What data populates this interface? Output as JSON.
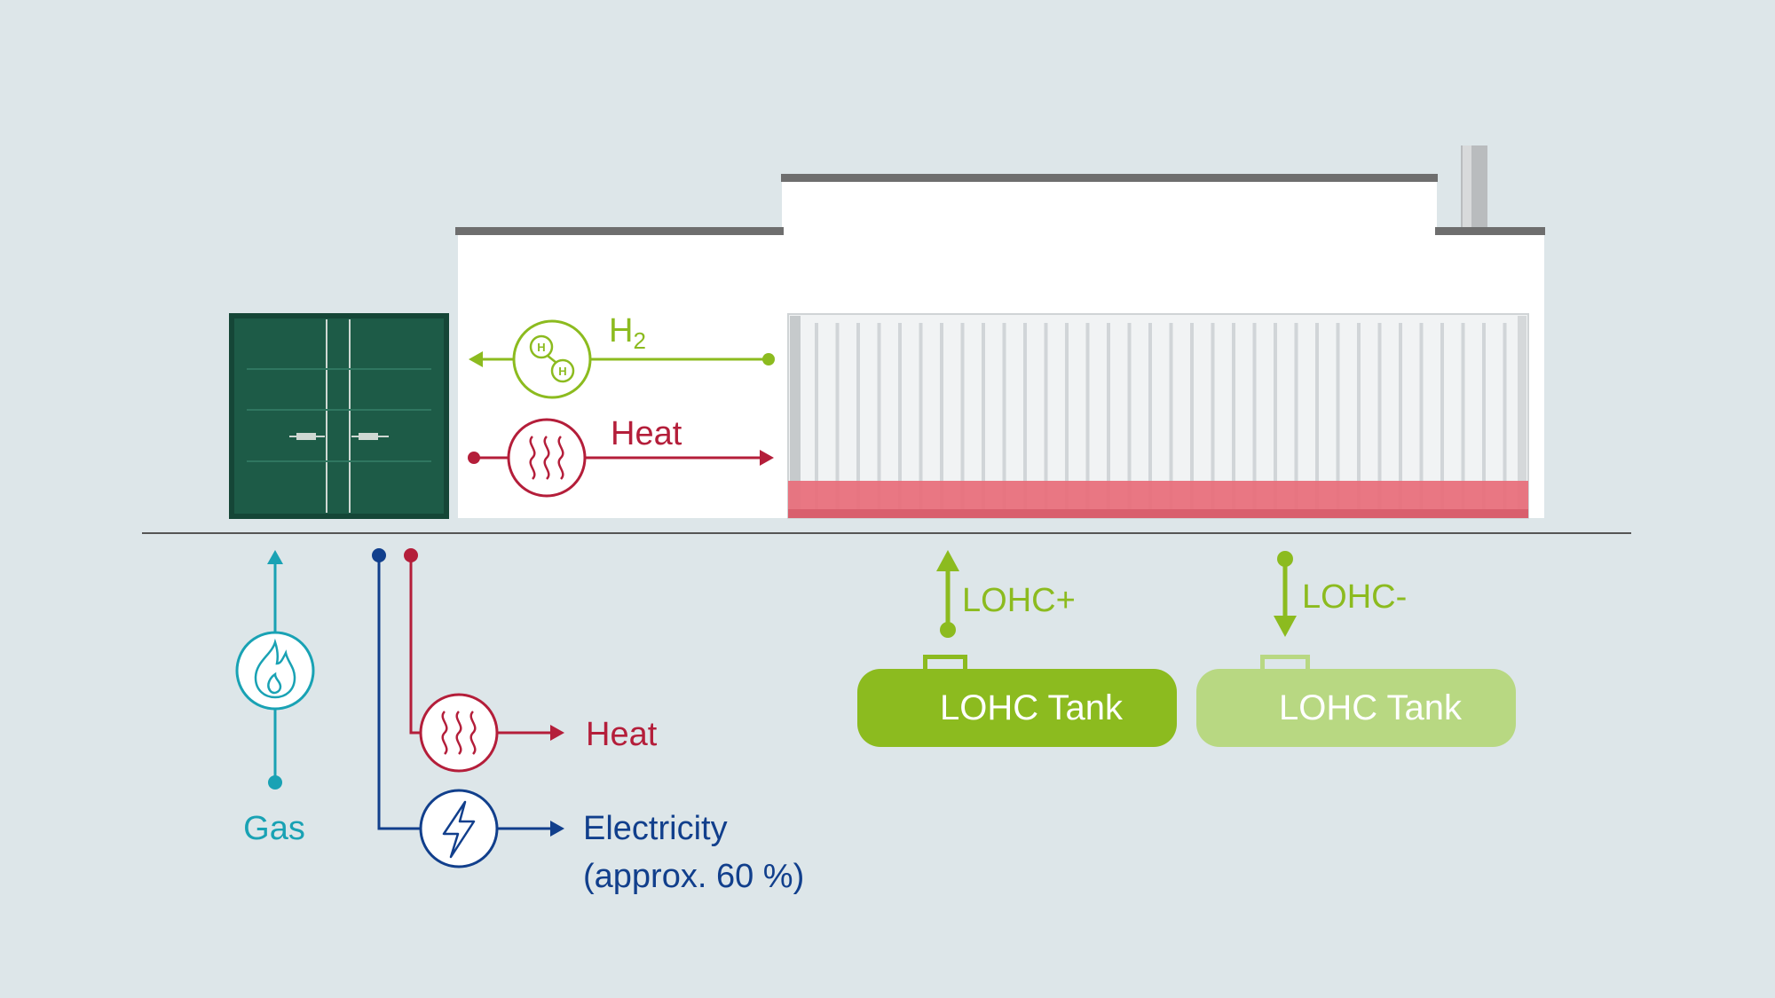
{
  "colors": {
    "background": "#dde6e9",
    "green": "#8cbb1f",
    "green_light": "#b8d882",
    "red": "#b41e3a",
    "red_band": "#e8707c",
    "blue": "#113f8c",
    "teal": "#19a2b4",
    "container_dark": "#1d5b47",
    "building": "#ffffff",
    "roof": "#6e6e6e",
    "ground_line": "#555555"
  },
  "labels": {
    "h2": {
      "main": "H",
      "sub": "2"
    },
    "heat_inner": "Heat",
    "heat_outer": "Heat",
    "gas": "Gas",
    "electricity": "Electricity",
    "electricity_share": "(approx. 60 %)",
    "lohc_plus": "LOHC+",
    "lohc_minus": "LOHC-"
  },
  "tanks": [
    {
      "label": "LOHC Tank",
      "color": "#8cbb1f"
    },
    {
      "label": "LOHC Tank",
      "color": "#b8d882"
    }
  ],
  "icons": {
    "h2_icon": "h2-molecule-icon",
    "heat_icon": "heat-waves-icon",
    "gas_icon": "flame-icon",
    "electricity_icon": "lightning-bolt-icon"
  }
}
